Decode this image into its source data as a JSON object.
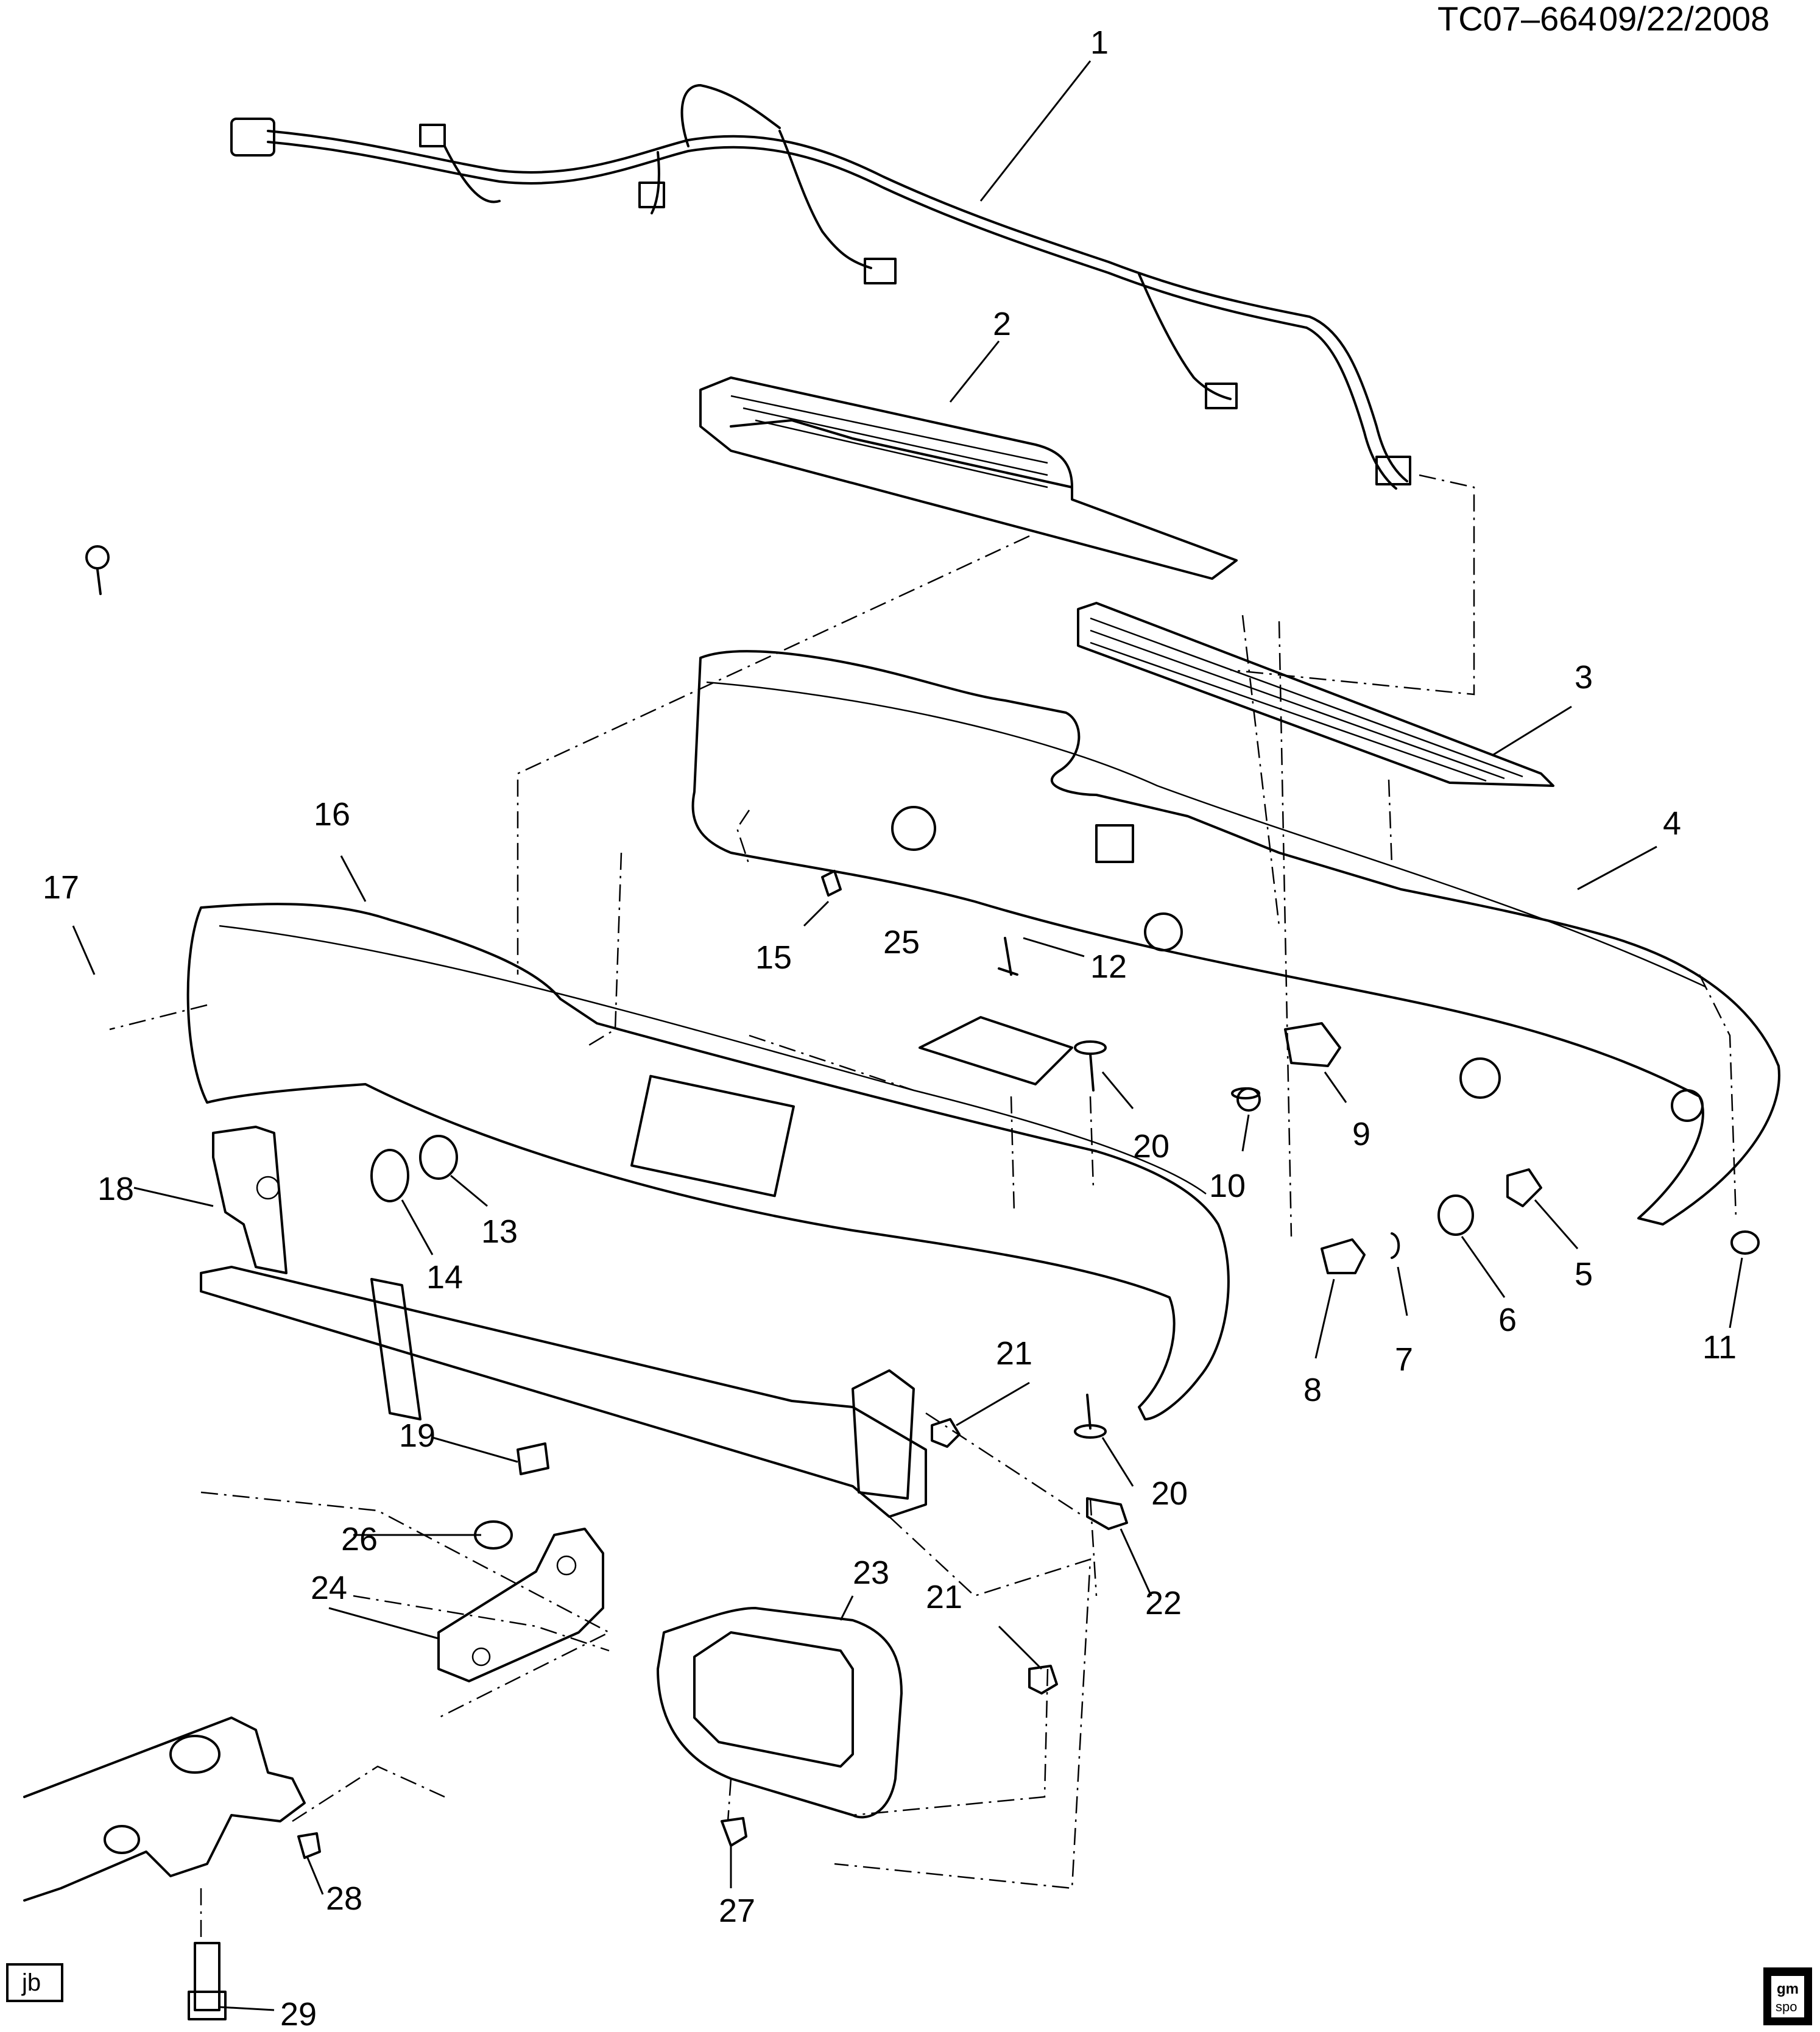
{
  "header": {
    "drawing_id": "TC07–664",
    "date": "09/22/2008"
  },
  "author_initials": "jb",
  "parts": [
    {
      "number": "1"
    },
    {
      "number": "2"
    },
    {
      "number": "3"
    },
    {
      "number": "4"
    },
    {
      "number": "5"
    },
    {
      "number": "6"
    },
    {
      "number": "7"
    },
    {
      "number": "8"
    },
    {
      "number": "9"
    },
    {
      "number": "10"
    },
    {
      "number": "11"
    },
    {
      "number": "12"
    },
    {
      "number": "13"
    },
    {
      "number": "14"
    },
    {
      "number": "15"
    },
    {
      "number": "16"
    },
    {
      "number": "17"
    },
    {
      "number": "18"
    },
    {
      "number": "19"
    },
    {
      "number": "20"
    },
    {
      "number": "20"
    },
    {
      "number": "21"
    },
    {
      "number": "21"
    },
    {
      "number": "22"
    },
    {
      "number": "23"
    },
    {
      "number": "24"
    },
    {
      "number": "25"
    },
    {
      "number": "26"
    },
    {
      "number": "27"
    },
    {
      "number": "28"
    },
    {
      "number": "29"
    }
  ],
  "logo": {
    "text": "gm spo",
    "icon": "gm-spo-logo-icon"
  }
}
